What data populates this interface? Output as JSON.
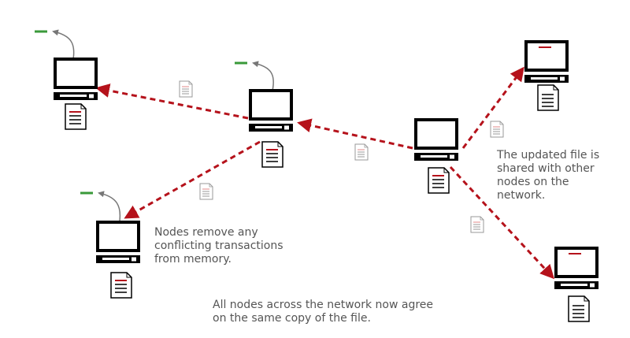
{
  "annotations": {
    "nodes_remove": "Nodes remove any\nconflicting transactions\nfrom memory.",
    "updated_file": "The updated file is\nshared with other\nnodes on the\nnetwork.",
    "all_agree": "All nodes across the network now agree\non the same copy of the file."
  },
  "colors": {
    "arrow": "#b5121b",
    "computer": "#000000",
    "doc_faded": "#999999",
    "green_mark": "#3a9a3a",
    "grey_arrow": "#777777",
    "text": "#555555"
  },
  "icons": {
    "computer": "computer-icon",
    "document": "document-icon",
    "discard_arrow": "discard-arrow-icon"
  }
}
